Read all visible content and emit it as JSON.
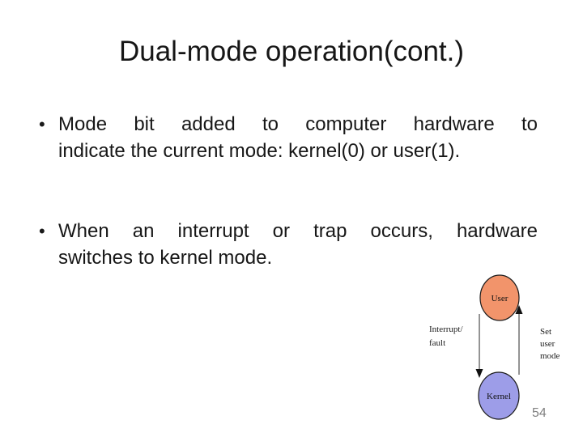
{
  "slide": {
    "title": "Dual-mode operation(cont.)",
    "bullet_char": "•",
    "bullets": [
      {
        "lines": [
          "Mode bit added to computer hardware to",
          "indicate the current mode: kernel(0) or user(1)."
        ]
      },
      {
        "lines": [
          "When an interrupt or trap occurs, hardware",
          "switches to kernel mode."
        ]
      }
    ],
    "page_number": "54"
  },
  "diagram": {
    "user_label": "User",
    "kernel_label": "Kernel",
    "left_label_lines": [
      "Interrupt/",
      "fault"
    ],
    "right_label_lines": [
      "Set",
      "user",
      "mode"
    ],
    "colors": {
      "user_fill": "#F2946B",
      "kernel_fill": "#9D9DE8",
      "node_stroke": "#1a1a1a",
      "line_stroke": "#4d4d4d",
      "arrow_fill": "#111111"
    }
  }
}
